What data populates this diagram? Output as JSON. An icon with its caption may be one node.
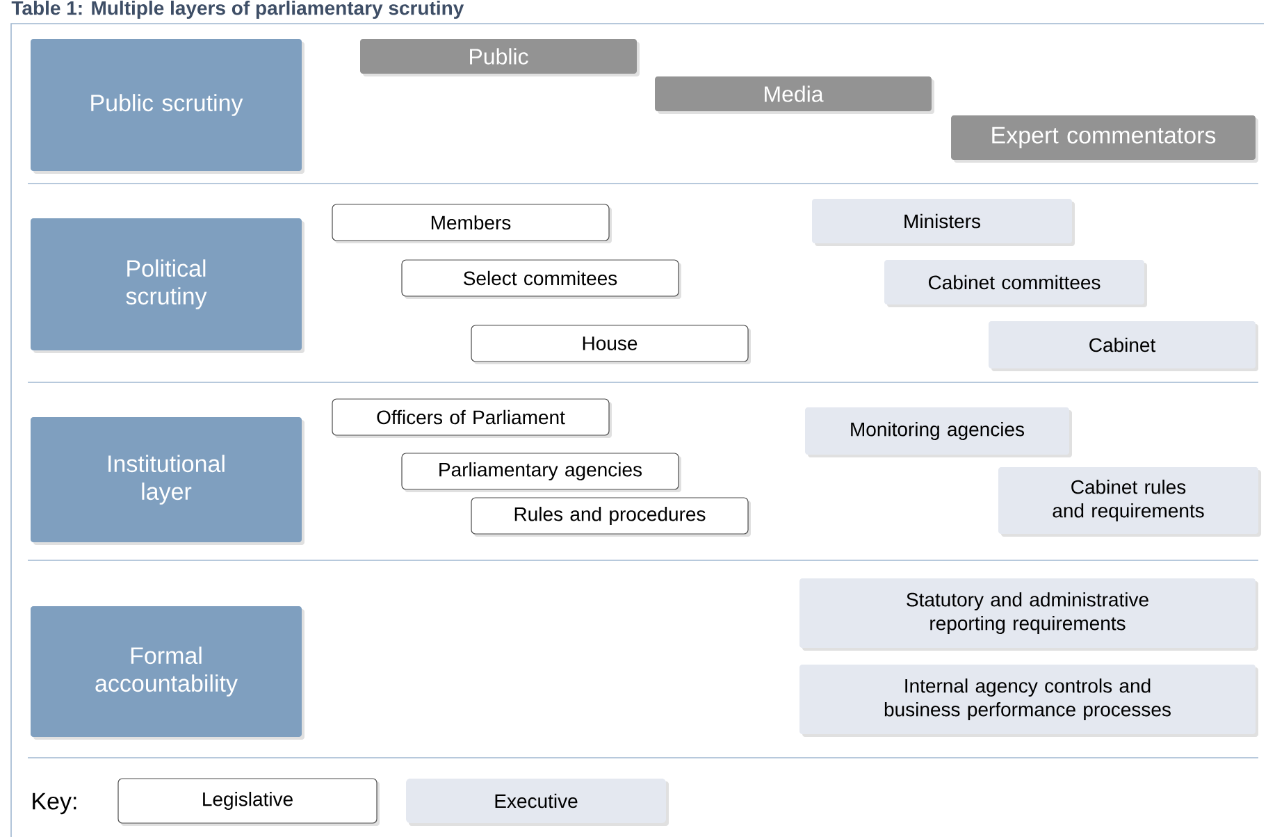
{
  "diagram": {
    "title": "Table 1: Multiple layers of parliamentary scrutiny",
    "nodes": [
      {
        "text": [
          "Public scrutiny"
        ]
      },
      {
        "text": [
          "Public"
        ]
      },
      {
        "text": [
          "Media"
        ]
      },
      {
        "text": [
          "Expert commentators"
        ]
      },
      {
        "text": [
          "Political scrutiny"
        ]
      },
      {
        "text": [
          "Members"
        ]
      },
      {
        "text": [
          "Ministers"
        ]
      },
      {
        "text": [
          "Select commitees"
        ]
      },
      {
        "text": [
          "Cabinet committees"
        ]
      },
      {
        "text": [
          "House"
        ]
      },
      {
        "text": [
          "Cabinet"
        ]
      },
      {
        "text": [
          "Institutional layer"
        ]
      },
      {
        "text": [
          "Officers of Parliament"
        ]
      },
      {
        "text": [
          "Monitoring agencies"
        ]
      },
      {
        "text": [
          "Parliamentary agencies"
        ]
      },
      {
        "text": [
          "Cabinet rules and requirements"
        ]
      },
      {
        "text": [
          "Rules and procedures"
        ]
      },
      {
        "text": [
          "Formal accountability"
        ]
      },
      {
        "text": [
          "Statutory and administrative reporting requirements"
        ]
      },
      {
        "text": [
          "Internal agency controls and business performance processes"
        ]
      }
    ],
    "labels": [
      "Key:"
    ],
    "legend": [
      {
        "text": "Legislative"
      },
      {
        "text": "Executive",
        "color": "#e4e8f0"
      }
    ]
  }
}
